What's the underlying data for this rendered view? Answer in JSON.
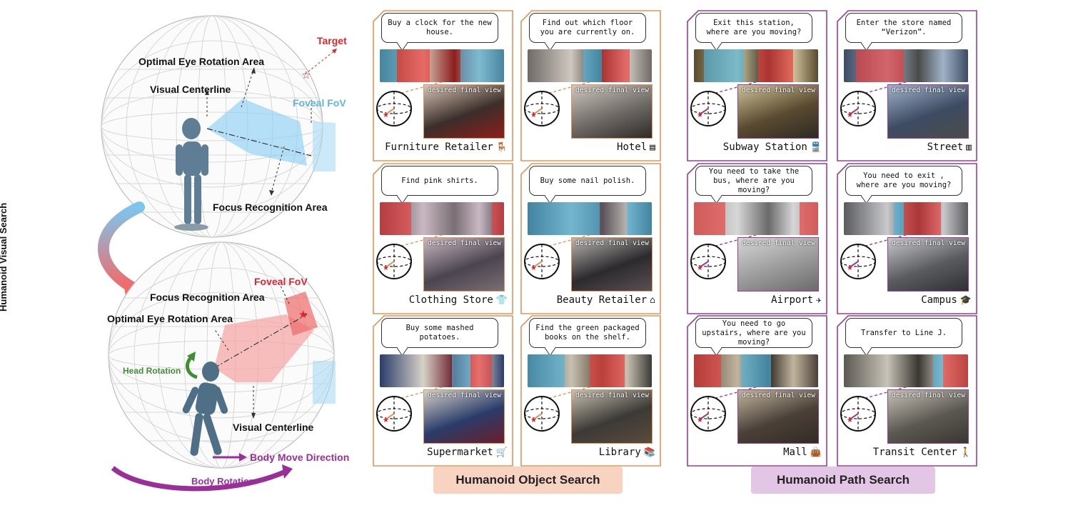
{
  "left_figure": {
    "vertical_label": "Humanoid Visual Search",
    "top": {
      "target": "Target",
      "optimal_area": "Optimal Eye Rotation Area",
      "visual_centerline": "Visual Centerline",
      "foveal_fov": "Foveal FoV",
      "focus_area": "Focus Recognition Area"
    },
    "bottom": {
      "foveal_fov": "Foveal FoV",
      "focus_area": "Focus Recognition Area",
      "optimal_area": "Optimal Eye Rotation Area",
      "head_rotation": "Head Rotation",
      "visual_centerline": "Visual Centerline",
      "body_move": "Body Move Direction",
      "body_rotation": "Body Rotation"
    }
  },
  "desired_label": "desired final view",
  "object_panels": [
    {
      "prompt": "Buy a clock for the new house.",
      "name": "Furniture Retailer",
      "icon": "armchair-icon"
    },
    {
      "prompt": "Find out which floor you are currently on.",
      "name": "Hotel",
      "icon": "building-icon"
    },
    {
      "prompt": "Find pink shirts.",
      "name": "Clothing Store",
      "icon": "shirt-icon"
    },
    {
      "prompt": "Buy some nail polish.",
      "name": "Beauty Retailer",
      "icon": "storefront-icon"
    },
    {
      "prompt": "Buy some mashed potatoes.",
      "name": "Supermarket",
      "icon": "cart-icon"
    },
    {
      "prompt": "Find the green packaged books on the shelf.",
      "name": "Library",
      "icon": "books-icon"
    }
  ],
  "path_panels": [
    {
      "prompt": "Exit this station, where are you moving?",
      "name": "Subway Station",
      "icon": "train-icon"
    },
    {
      "prompt": "Enter the store named “Verizon”.",
      "name": "Street",
      "icon": "city-icon"
    },
    {
      "prompt": "You need to take the bus, where are you moving?",
      "name": "Airport",
      "icon": "plane-icon"
    },
    {
      "prompt": "You need to exit , where are you moving?",
      "name": "Campus",
      "icon": "graduation-cap-icon"
    },
    {
      "prompt": "You need to go upstairs, where are you moving?",
      "name": "Mall",
      "icon": "shopping-bag-icon"
    },
    {
      "prompt": "Transfer to Line J.",
      "name": "Transit Center",
      "icon": "walking-person-icon"
    }
  ],
  "sections": {
    "object": "Humanoid Object Search",
    "path": "Humanoid Path Search"
  },
  "colors": {
    "object_border": "#e0955a",
    "path_border": "#9a3d9a",
    "object_section_bg": "#f8d3c2",
    "path_section_bg": "#e3c6e6",
    "red_highlight": "#ee3b3b",
    "blue_highlight": "#4fb6de"
  }
}
